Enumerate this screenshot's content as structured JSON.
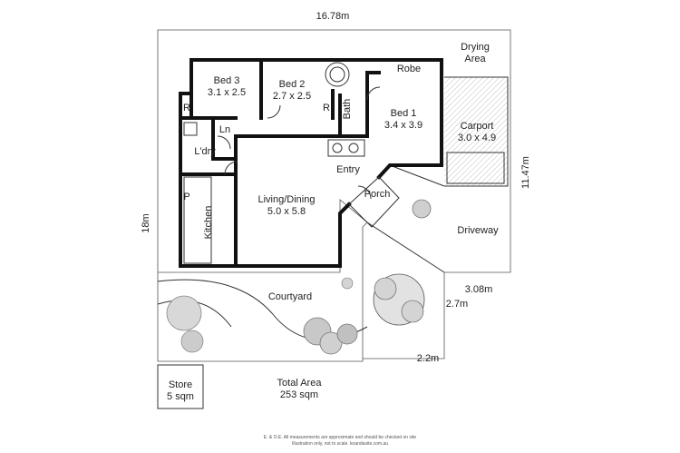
{
  "dimensions": {
    "top_width": "16.78m",
    "right_height": "11.47m",
    "left_height": "18m",
    "driveway_width": "3.08m",
    "courtyard_edge": "2.7m",
    "bottom_edge": "2.2m"
  },
  "rooms": {
    "bed3": {
      "name": "Bed 3",
      "size": "3.1 x 2.5"
    },
    "bed2": {
      "name": "Bed 2",
      "size": "2.7 x 2.5"
    },
    "bed1": {
      "name": "Bed 1",
      "size": "3.4 x 3.9"
    },
    "robe": "Robe",
    "bath": "Bath",
    "robe_r1": "R",
    "robe_r2": "R",
    "linen": "Ln",
    "laundry": "L'dry",
    "pantry": "P",
    "kitchen": "Kitchen",
    "living": {
      "name": "Living/Dining",
      "size": "5.0 x 5.8"
    },
    "entry": "Entry",
    "porch": "Porch",
    "carport": {
      "name": "Carport",
      "size": "3.0 x 4.9"
    }
  },
  "outdoor": {
    "drying_area": [
      "Drying",
      "Area"
    ],
    "driveway": "Driveway",
    "courtyard": "Courtyard",
    "store": {
      "name": "Store",
      "size": "5 sqm"
    }
  },
  "total_area": {
    "label": "Total Area",
    "value": "253 sqm"
  },
  "disclaimer": [
    "E. & O.E. All measurements are approximate and should be checked on site",
    "Illustration only, not to scale.   koandasite.com.au"
  ]
}
